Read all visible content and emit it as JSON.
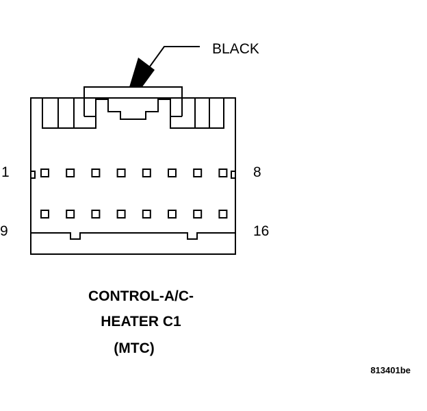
{
  "diagram": {
    "color_label": "BLACK",
    "pin_labels": {
      "top_left": "1",
      "top_right": "8",
      "bottom_left": "9",
      "bottom_right": "16"
    },
    "title_lines": [
      "CONTROL-A/C-",
      "HEATER C1",
      "(MTC)"
    ],
    "figure_code": "813401be",
    "rows": 2,
    "pins_per_row": 8
  }
}
